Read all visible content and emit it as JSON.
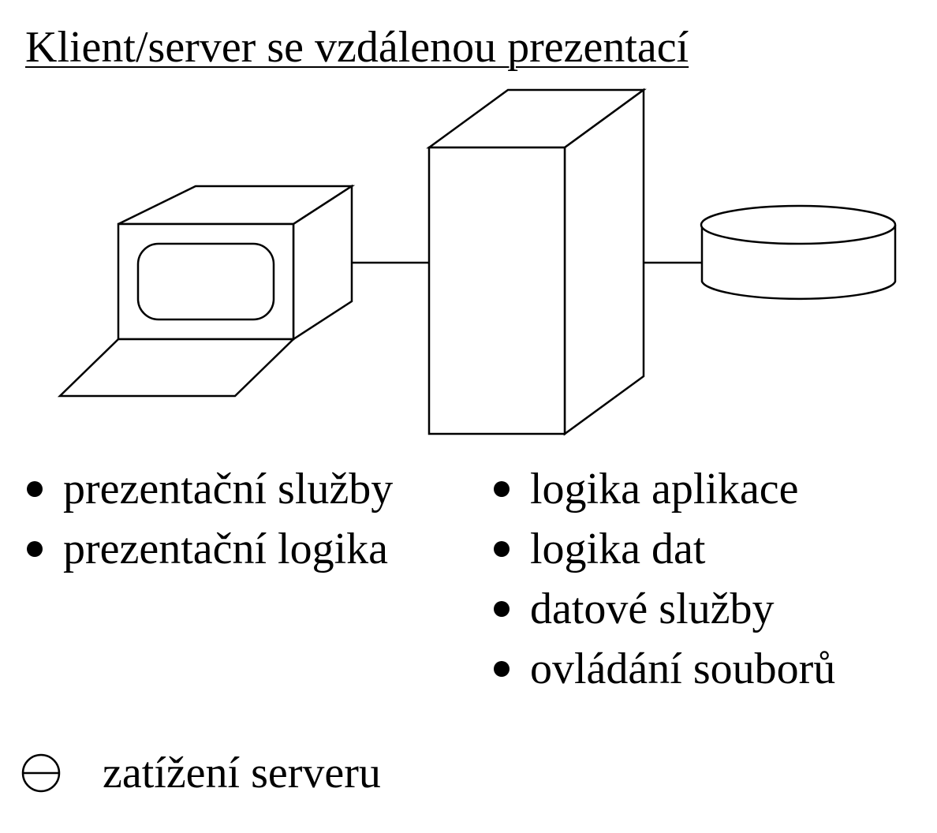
{
  "title": "Klient/server se vzdálenou prezentací",
  "client_services": [
    "prezentační služby",
    "prezentační logika"
  ],
  "server_services": [
    "logika aplikace",
    "logika dat",
    "datové služby",
    "ovládání souborů"
  ],
  "footer": {
    "icon": "minus-circle-icon",
    "text": "zatížení serveru"
  },
  "colors": {
    "stroke": "#000000",
    "background": "#ffffff"
  }
}
